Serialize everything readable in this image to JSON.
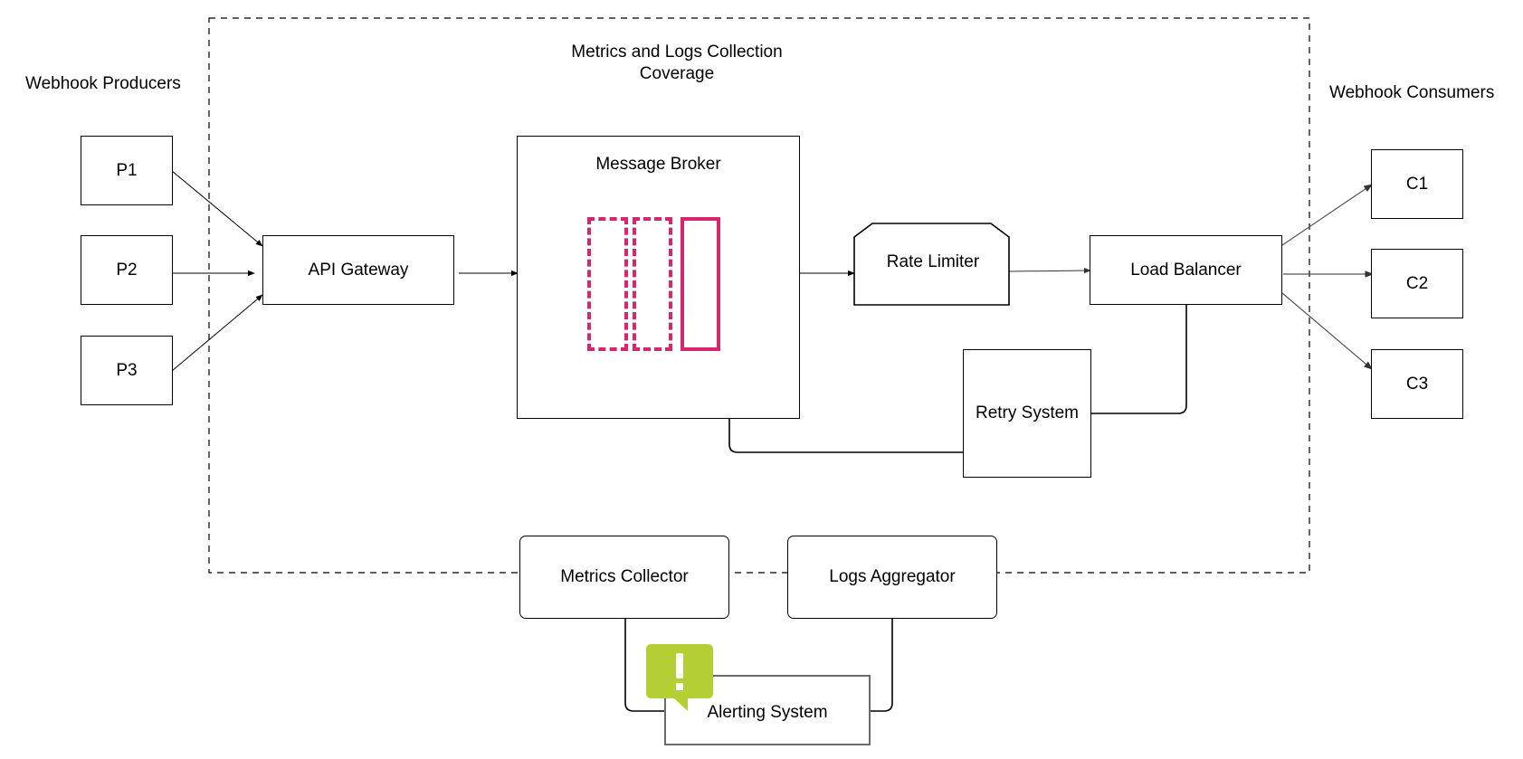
{
  "diagram": {
    "coverage_title_line1": "Metrics and Logs Collection",
    "coverage_title_line2": "Coverage",
    "producers_title": "Webhook Producers",
    "consumers_title": "Webhook Consumers",
    "producers": [
      "P1",
      "P2",
      "P3"
    ],
    "consumers": [
      "C1",
      "C2",
      "C3"
    ],
    "api_gateway": "API Gateway",
    "message_broker": "Message Broker",
    "rate_limiter": "Rate Limiter",
    "load_balancer": "Load Balancer",
    "retry_system": "Retry System",
    "metrics_collector": "Metrics Collector",
    "logs_aggregator": "Logs Aggregator",
    "alerting_system": "Alerting System",
    "alert_icon": "exclamation-speech-bubble-icon",
    "colors": {
      "queue": "#d6266d",
      "alert_badge": "#b4cf33",
      "line": "#000000"
    }
  }
}
